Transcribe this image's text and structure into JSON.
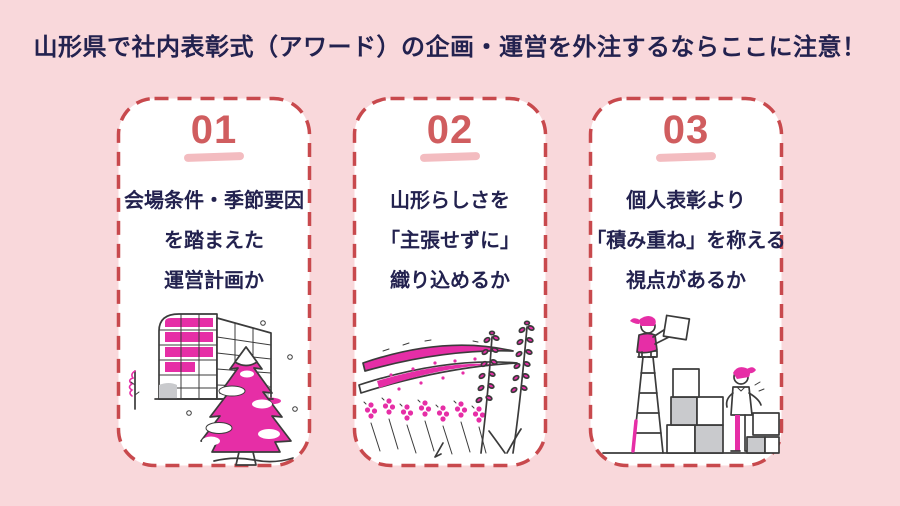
{
  "title": "山形県で社内表彰式（アワード）の企画・運営を外注するならここに注意！",
  "colors": {
    "page_bg": "#f9d8db",
    "title_color": "#23224f",
    "card_bg": "#ffffff",
    "card_border": "#c8494d",
    "number_color": "#d05d5f",
    "number_underline": "#f3bcc0",
    "text_color": "#23224f",
    "magenta": "#e62ea6",
    "gray": "#c9cacd",
    "outline": "#3b3b3b"
  },
  "cards": [
    {
      "number": "01",
      "lines": [
        "会場条件・季節要因",
        "を踏まえた",
        "運営計画か"
      ],
      "illustration": "building-and-snowy-pine-tree"
    },
    {
      "number": "02",
      "lines": [
        "山形らしさを",
        "「主張せずに」",
        "織り込めるか"
      ],
      "illustration": "lavender-field"
    },
    {
      "number": "03",
      "lines": [
        "個人表彰より",
        "「積み重ね」を称える",
        "視点があるか"
      ],
      "illustration": "people-stacking-boxes"
    }
  ]
}
